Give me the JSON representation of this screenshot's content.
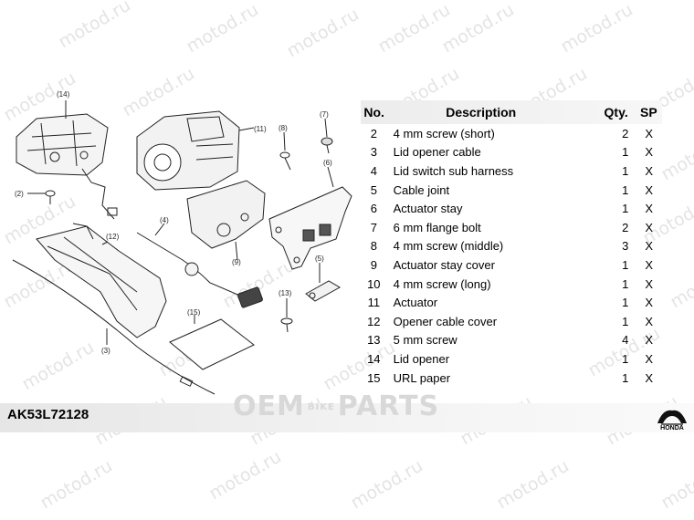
{
  "watermark": "motod.ru",
  "part_code": "AK53L72128",
  "brand_mark": {
    "left": "OEM",
    "middle": "BIKE",
    "right": "PARTS"
  },
  "honda": {
    "label": "HONDA"
  },
  "table": {
    "headers": {
      "no": "No.",
      "description": "Description",
      "qty": "Qty.",
      "sp": "SP"
    },
    "rows": [
      {
        "no": "2",
        "description": "4 mm screw (short)",
        "qty": "2",
        "sp": "X"
      },
      {
        "no": "3",
        "description": "Lid opener cable",
        "qty": "1",
        "sp": "X"
      },
      {
        "no": "4",
        "description": "Lid switch sub harness",
        "qty": "1",
        "sp": "X"
      },
      {
        "no": "5",
        "description": "Cable joint",
        "qty": "1",
        "sp": "X"
      },
      {
        "no": "6",
        "description": "Actuator stay",
        "qty": "1",
        "sp": "X"
      },
      {
        "no": "7",
        "description": "6 mm flange bolt",
        "qty": "2",
        "sp": "X"
      },
      {
        "no": "8",
        "description": "4 mm screw (middle)",
        "qty": "3",
        "sp": "X"
      },
      {
        "no": "9",
        "description": "Actuator stay cover",
        "qty": "1",
        "sp": "X"
      },
      {
        "no": "10",
        "description": "4 mm screw (long)",
        "qty": "1",
        "sp": "X"
      },
      {
        "no": "11",
        "description": "Actuator",
        "qty": "1",
        "sp": "X"
      },
      {
        "no": "12",
        "description": "Opener cable cover",
        "qty": "1",
        "sp": "X"
      },
      {
        "no": "13",
        "description": "5 mm screw",
        "qty": "4",
        "sp": "X"
      },
      {
        "no": "14",
        "description": "Lid opener",
        "qty": "1",
        "sp": "X"
      },
      {
        "no": "15",
        "description": "URL paper",
        "qty": "1",
        "sp": "X"
      }
    ]
  },
  "diagram": {
    "callouts": [
      "(14)",
      "(2)",
      "(12)",
      "(4)",
      "(3)",
      "(15)",
      "(11)",
      "(8)",
      "(7)",
      "(6)",
      "(9)",
      "(5)",
      "(13)"
    ]
  }
}
